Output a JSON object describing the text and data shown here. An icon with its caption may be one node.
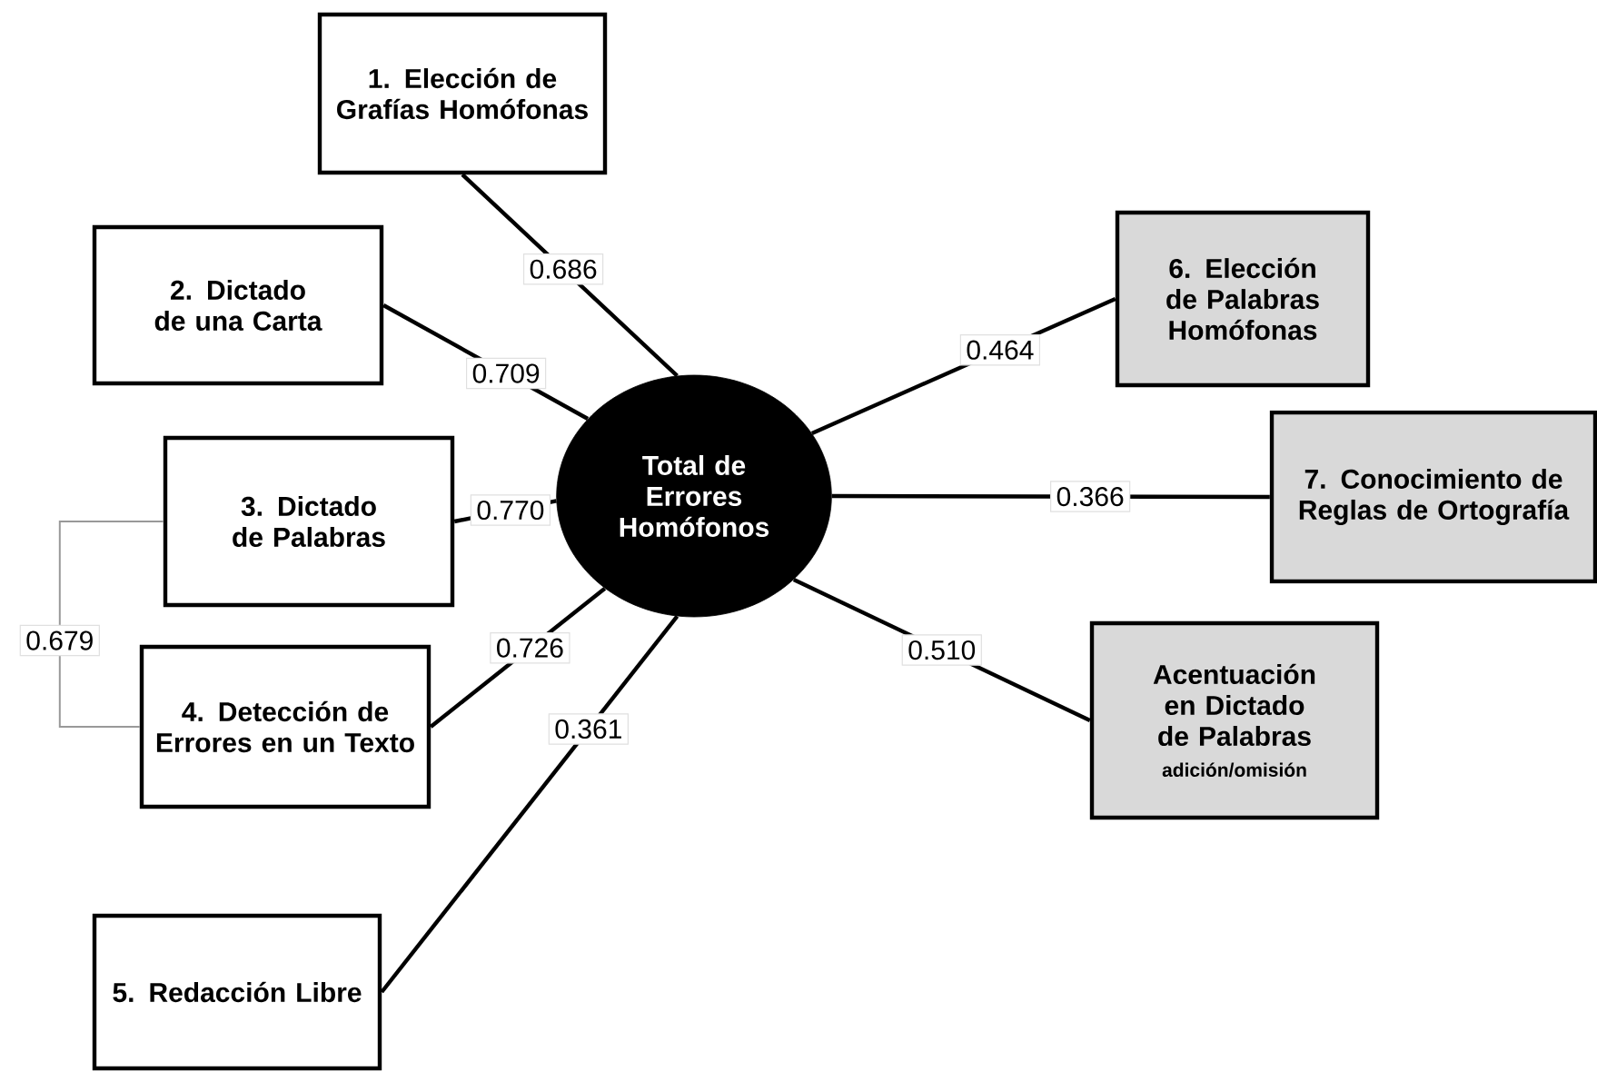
{
  "diagram": {
    "nodes": [
      {
        "text": [
          "Total de Errores Homófonos"
        ]
      },
      {
        "text": [
          "1. Elección de Grafías Homófonas"
        ]
      },
      {
        "text": [
          "2. Dictado de una Carta"
        ]
      },
      {
        "text": [
          "3. Dictado de Palabras"
        ]
      },
      {
        "text": [
          "4. Detección de Errores en un Texto"
        ]
      },
      {
        "text": [
          "5. Redacción Libre"
        ]
      },
      {
        "text": [
          "6. Elección de Palabras Homófonas"
        ]
      },
      {
        "text": [
          "7. Conocimiento de Reglas de Ortografía"
        ]
      },
      {
        "text": [
          "Acentuación en Dictado de Palabras",
          "adición/omisión"
        ]
      }
    ],
    "edges": [
      {
        "from": 1,
        "to": 0,
        "arrow": "none",
        "label": "0.686"
      },
      {
        "from": 2,
        "to": 0,
        "arrow": "none",
        "label": "0.709"
      },
      {
        "from": 3,
        "to": 0,
        "arrow": "none",
        "label": "0.770"
      },
      {
        "from": 4,
        "to": 0,
        "arrow": "none",
        "label": "0.726"
      },
      {
        "from": 5,
        "to": 0,
        "arrow": "none",
        "label": "0.361"
      },
      {
        "from": 6,
        "to": 0,
        "arrow": "none",
        "label": "0.464"
      },
      {
        "from": 7,
        "to": 0,
        "arrow": "none",
        "label": "0.366"
      },
      {
        "from": 8,
        "to": 0,
        "arrow": "none",
        "label": "0.510"
      },
      {
        "from": 3,
        "to": 4,
        "arrow": "none",
        "label": "0.679",
        "color": "#999999"
      }
    ]
  }
}
